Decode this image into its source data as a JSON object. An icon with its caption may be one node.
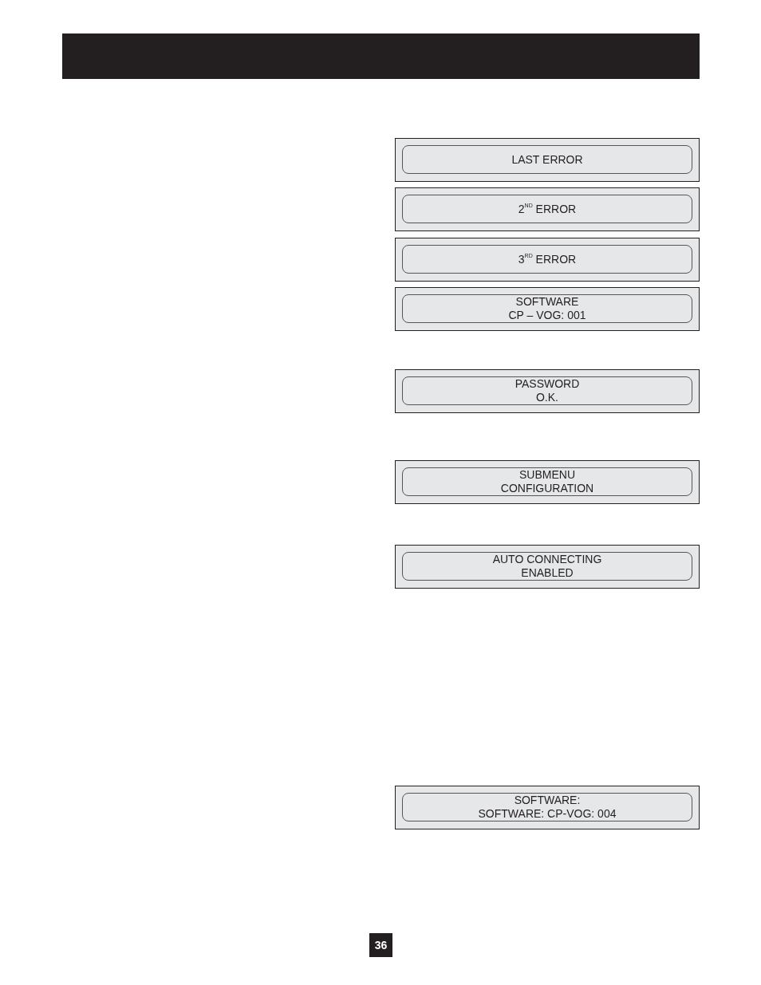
{
  "diagram": {
    "nodes": [
      {
        "text": [
          "LAST ERROR"
        ]
      },
      {
        "text": [
          "2$^{ND}$ ERROR"
        ]
      },
      {
        "text": [
          "3$^{RD}$ ERROR"
        ]
      },
      {
        "text": [
          "SOFTWARE",
          "CP – VOG: 001"
        ]
      },
      {
        "text": [
          "PASSWORD",
          "O.K."
        ]
      },
      {
        "text": [
          "SUBMENU",
          "CONFIGURATION"
        ]
      },
      {
        "text": [
          "AUTO CONNECTING",
          "ENABLED"
        ]
      },
      {
        "text": [
          "SOFTWARE:",
          "SOFTWARE: CP-VOG: 004"
        ]
      }
    ],
    "labels": [
      "36"
    ]
  }
}
